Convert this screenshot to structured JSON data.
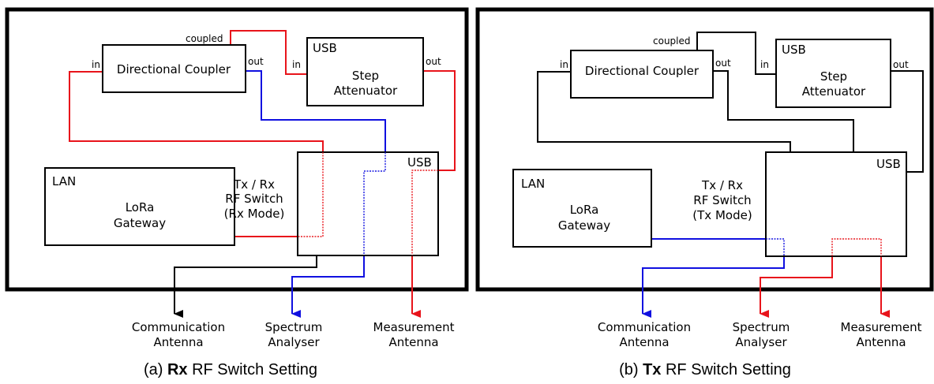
{
  "panel_a": {
    "caption_prefix": "(a)",
    "caption_bold": "Rx",
    "caption_rest": "RF Switch Setting",
    "coupler": {
      "label": "Directional Coupler",
      "port_in": "in",
      "port_out": "out",
      "port_coupled": "coupled"
    },
    "attenuator": {
      "tag": "USB",
      "line1": "Step",
      "line2": "Attenuator",
      "port_in": "in",
      "port_out": "out"
    },
    "gateway": {
      "tag": "LAN",
      "line1": "LoRa",
      "line2": "Gateway"
    },
    "switch": {
      "tag": "USB",
      "line1": "Tx / Rx",
      "line2": "RF Switch",
      "line3": "(Rx Mode)"
    },
    "outputs": [
      {
        "line1": "Communication",
        "line2": "Antenna"
      },
      {
        "line1": "Spectrum",
        "line2": "Analyser"
      },
      {
        "line1": "Measurement",
        "line2": "Antenna"
      }
    ]
  },
  "panel_b": {
    "caption_prefix": "(b)",
    "caption_bold": "Tx",
    "caption_rest": "RF Switch Setting",
    "coupler": {
      "label": "Directional Coupler",
      "port_in": "in",
      "port_out": "out",
      "port_coupled": "coupled"
    },
    "attenuator": {
      "tag": "USB",
      "line1": "Step",
      "line2": "Attenuator",
      "port_in": "in",
      "port_out": "out"
    },
    "gateway": {
      "tag": "LAN",
      "line1": "LoRa",
      "line2": "Gateway"
    },
    "switch": {
      "tag": "USB",
      "line1": "Tx / Rx",
      "line2": "RF Switch",
      "line3": "(Tx Mode)"
    },
    "outputs": [
      {
        "line1": "Communication",
        "line2": "Antenna"
      },
      {
        "line1": "Spectrum",
        "line2": "Analyser"
      },
      {
        "line1": "Measurement",
        "line2": "Antenna"
      }
    ]
  },
  "colors": {
    "rx_path": "#e8141b",
    "spectrum_path": "#1010e0",
    "default_path": "#000000"
  }
}
